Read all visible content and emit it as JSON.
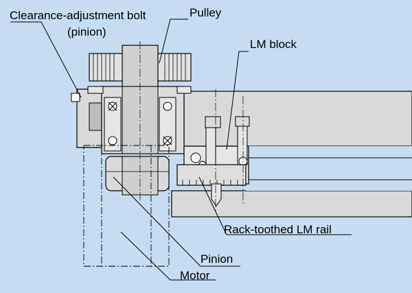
{
  "labels": {
    "clearance_bolt_line1": "Clearance-adjustment bolt",
    "clearance_bolt_line2": "(pinion)",
    "pulley": "Pulley",
    "lm_block": "LM block",
    "rack_rail": "Rack-toothed LM rail",
    "pinion": "Pinion",
    "motor": "Motor"
  },
  "colors": {
    "background": "#c5dcf2",
    "part_fill": "#dedede",
    "part_dark": "#bdbdbd",
    "line": "#000000"
  }
}
